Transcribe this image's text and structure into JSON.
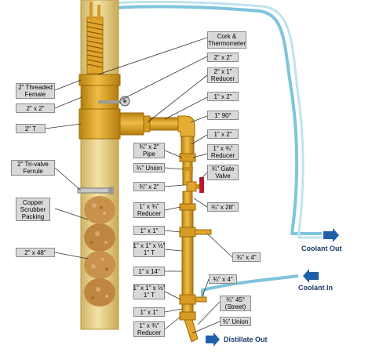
{
  "colors": {
    "column": "#e8cf86",
    "brass": "#e0a52a",
    "brass_dark": "#b07a10",
    "coolant": "#bfe3ef",
    "packing": "#c9924c",
    "arrow": "#1f5fa8",
    "valve_handle": "#c0182a"
  },
  "labels": {
    "cork": [
      "Cork &",
      "Thermometer"
    ],
    "r2x2_top": [
      "2\" x 2\""
    ],
    "r2x1_reducer": [
      "2\" x 1\"",
      "Reducer"
    ],
    "r1x2_a": [
      "1\" x 2\""
    ],
    "elbow90": [
      "1\" 90°"
    ],
    "r1x2_b": [
      "1\" x 2\""
    ],
    "r1x34_reducer": [
      "1\" x ¾\"",
      "Reducer"
    ],
    "gate_valve": [
      "¾\" Gate",
      "Valve"
    ],
    "r34x28": [
      "¾\" x 28\""
    ],
    "r34x4_a": [
      "¾\" x 4\""
    ],
    "r34x4_b": [
      "¾\" x 4\""
    ],
    "street45": [
      "¾\" 45°",
      "(Street)"
    ],
    "union_b": [
      "¾\" Union"
    ],
    "threaded_female": [
      "2\" Threaded",
      "Female"
    ],
    "r2x2_left": [
      "2\" x 2\""
    ],
    "t2": [
      "2\" T"
    ],
    "trivalve": [
      "2\" Tri-valve",
      "Ferrule"
    ],
    "copper": [
      "Copper",
      "Scrubber",
      "Packing"
    ],
    "r2x48": [
      "2\" x 48\""
    ],
    "pipe34x2": [
      "¾\" x 2\"",
      "Pipe"
    ],
    "union_a": [
      "¾\" Union"
    ],
    "r34x2": [
      "¾\" x 2\""
    ],
    "r1x34_reducer_mid": [
      "1\" x ¾\"",
      "Reducer"
    ],
    "r1x1_a": [
      "1\" x 1\""
    ],
    "t1_a": [
      "1\" x 1\" x ½\"",
      "1\" T"
    ],
    "r1x14": [
      "1\" x 14\""
    ],
    "t1_b": [
      "1\" x 1\" x ½\"",
      "1\" T"
    ],
    "r1x1_b": [
      "1\" x 1\""
    ],
    "r1x34_reducer_bot": [
      "1\" x ¾\"",
      "Reducer"
    ]
  },
  "flows": {
    "coolant_out": "Coolant Out",
    "coolant_in": "Coolant In",
    "distillate_out": "Distillate Out"
  }
}
